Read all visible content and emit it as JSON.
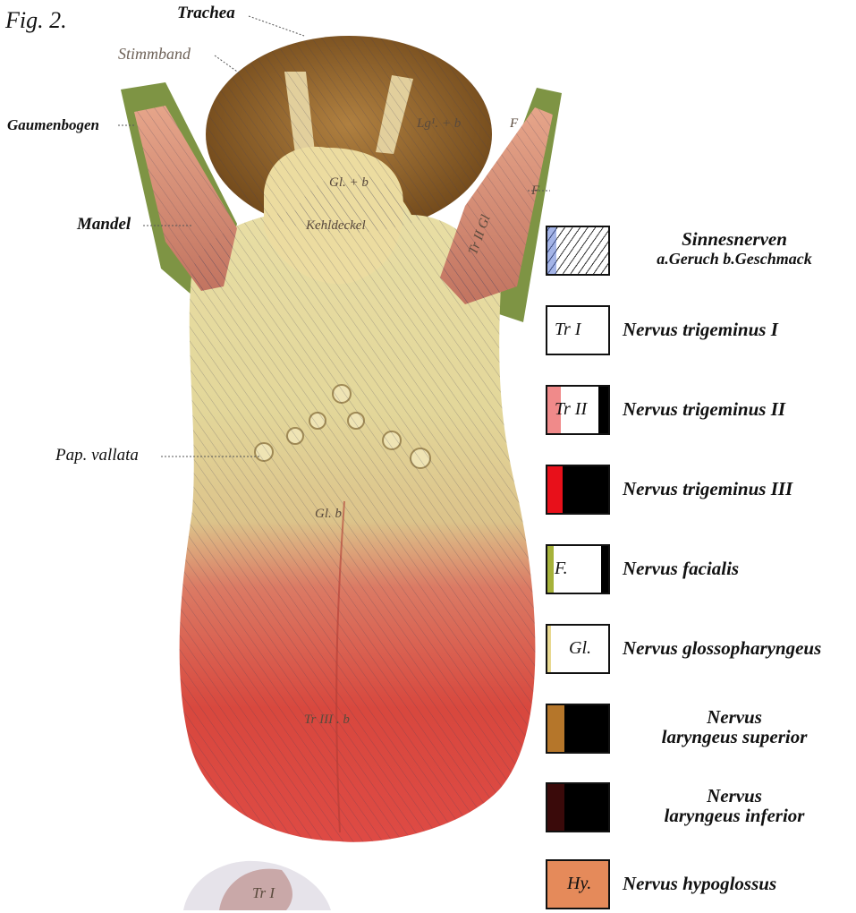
{
  "figure": {
    "title": "Fig. 2.",
    "labels": {
      "trachea": "Trachea",
      "stimmband": "Stimmband",
      "gaumenbogen": "Gaumenbogen",
      "mandel": "Mandel",
      "pap_vallata": "Pap. vallata",
      "kehldeckel": "Kehldeckel",
      "gl_b_top": "Gl. + b",
      "gl_b_middle": "Gl. b",
      "lg_b": "Lg¹. + b",
      "tr3_b": "Tr III . b",
      "tr2_gl": "Tr II Gl",
      "f_upper": "F",
      "f_lower": "F",
      "tr1_bottom": "Tr I"
    }
  },
  "legend": [
    {
      "code": "",
      "text": "Sinnesnerven",
      "subtext": "a.Geruch  b.Geschmack",
      "swatch": "hatched",
      "color": "#4a6ad0"
    },
    {
      "code": "Tr I",
      "text": "Nervus trigeminus I",
      "subtext": "",
      "swatch": "white",
      "color": "#ffffff"
    },
    {
      "code": "Tr II",
      "text": "Nervus trigeminus II",
      "subtext": "",
      "swatch": "pink-edge",
      "color": "#f08a8a"
    },
    {
      "code": "",
      "text": "Nervus trigeminus III",
      "subtext": "",
      "swatch": "red-black",
      "color": "#e8101a"
    },
    {
      "code": "F.",
      "text": "Nervus facialis",
      "subtext": "",
      "swatch": "green-edge",
      "color": "#a6b23a"
    },
    {
      "code": "Gl.",
      "text": "Nervus glossopharyngeus",
      "subtext": "",
      "swatch": "cream-edge",
      "color": "#e8d890"
    },
    {
      "code": "",
      "text": "Nervus",
      "subtext": "laryngeus superior",
      "swatch": "brown-black",
      "color": "#b5762a"
    },
    {
      "code": "",
      "text": "Nervus",
      "subtext": "laryngeus inferior",
      "swatch": "darkred-black",
      "color": "#3a0a0a"
    },
    {
      "code": "Hy.",
      "text": "Nervus hypoglossus",
      "subtext": "",
      "swatch": "orange",
      "color": "#e58a5a"
    }
  ]
}
